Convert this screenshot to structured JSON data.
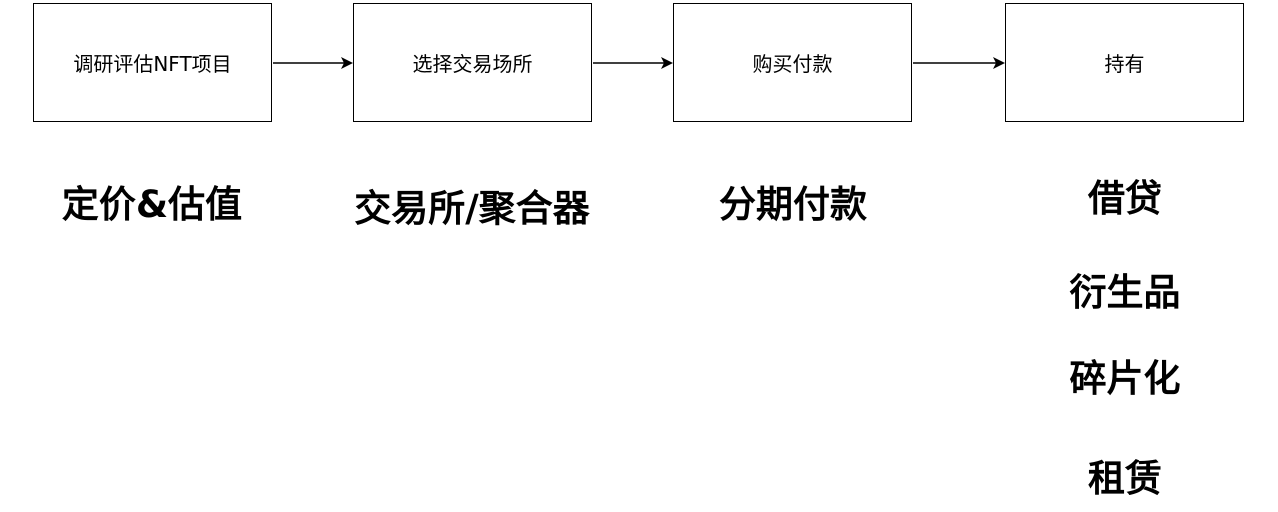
{
  "steps": [
    {
      "label": "调研评估NFT项目"
    },
    {
      "label": "选择交易场所"
    },
    {
      "label": "购买付款"
    },
    {
      "label": "持有"
    }
  ],
  "categories": {
    "step1": [
      "定价&估值"
    ],
    "step2": [
      "交易所/聚合器"
    ],
    "step3": [
      "分期付款"
    ],
    "step4": [
      "借贷",
      "衍生品",
      "碎片化",
      "租赁"
    ]
  }
}
